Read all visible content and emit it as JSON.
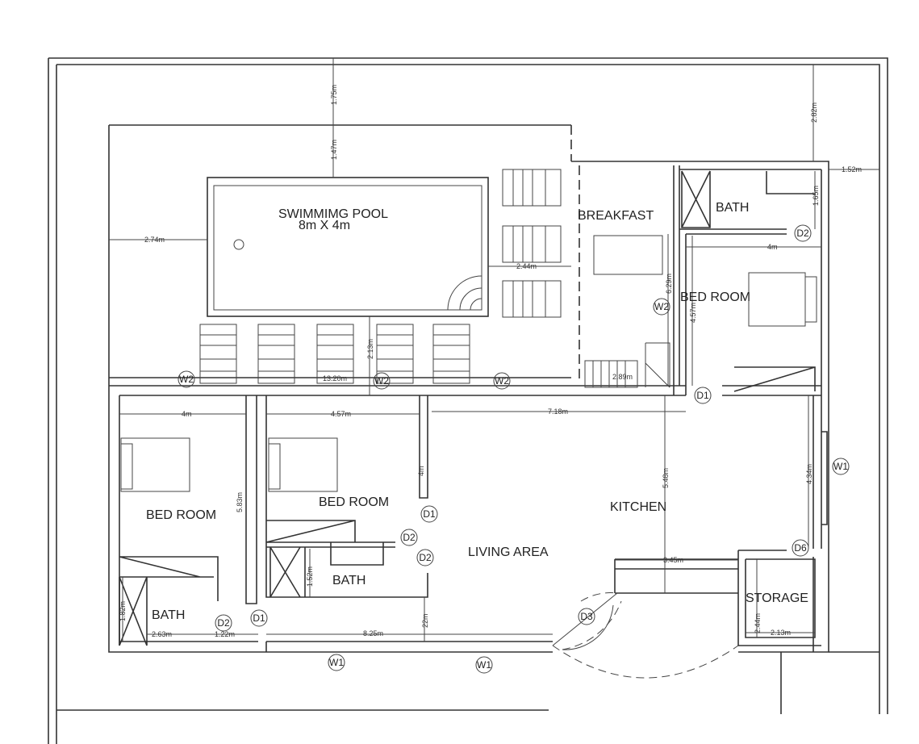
{
  "rooms": {
    "pool": "SWIMMIMG POOL",
    "pool_size": "8m X 4m",
    "breakfast": "BREAKFAST",
    "bath_ne": "BATH",
    "bedroom_ne": "BED ROOM",
    "bedroom_w": "BED ROOM",
    "bedroom_c": "BED ROOM",
    "bath_c": "BATH",
    "bath_w": "BATH",
    "living": "LIVING AREA",
    "kitchen": "KITCHEN",
    "storage": "STORAGE"
  },
  "dimensions": [
    "1.75m",
    "1.47m",
    "2.82m",
    "1.52m",
    "2.74m",
    "2.44m",
    "1.65m",
    "4m",
    "6.29m",
    "4.57m",
    "2.13m",
    "13.20m",
    "2.89m",
    "7.18m",
    "4m",
    "4.57m",
    "4m",
    "5.83m",
    "5.48m",
    "4.34m",
    "1.52m",
    "3.45m",
    "1.82m",
    "2.44m",
    "2.63m",
    "1.22m",
    "8.25m",
    "22m",
    "2.13m"
  ],
  "tags": [
    "W2",
    "W2",
    "W2",
    "W2",
    "D2",
    "D1",
    "W1",
    "D1",
    "D2",
    "D2",
    "D1",
    "D2",
    "D6",
    "D3",
    "W1",
    "W1"
  ]
}
